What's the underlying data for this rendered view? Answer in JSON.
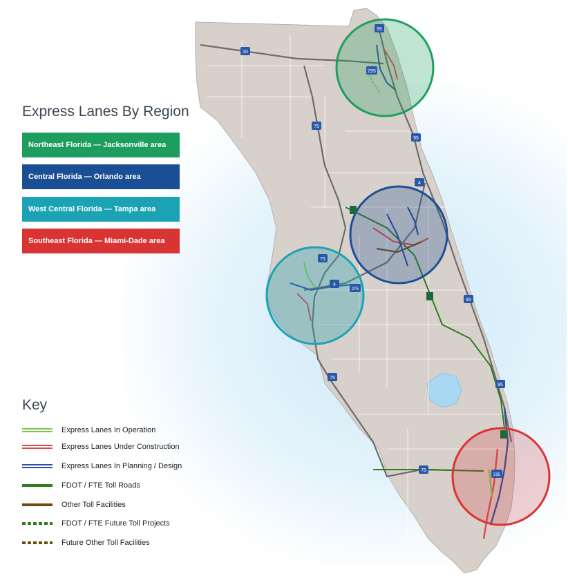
{
  "regions": {
    "title": "Express Lanes By Region",
    "items": [
      {
        "label": "Northeast Florida — Jacksonville area",
        "color": "#1e9e5e"
      },
      {
        "label": "Central Florida — Orlando area",
        "color": "#1a4f95"
      },
      {
        "label": "West Central Florida — Tampa area",
        "color": "#1ba3b5"
      },
      {
        "label": "Southeast Florida — Miami-Dade area",
        "color": "#d83434"
      }
    ]
  },
  "key": {
    "title": "Key",
    "items": [
      {
        "label": "Express Lanes In Operation",
        "color": "#7fc84f",
        "style": "double"
      },
      {
        "label": "Express Lanes Under Construction",
        "color": "#e04848",
        "style": "double"
      },
      {
        "label": "Express Lanes In Planning / Design",
        "color": "#2e4f9e",
        "style": "double"
      },
      {
        "label": "FDOT / FTE Toll Roads",
        "color": "#2e7d1e",
        "style": "solid"
      },
      {
        "label": "Other Toll Facilities",
        "color": "#6e4a10",
        "style": "solid"
      },
      {
        "label": "FDOT / FTE Future Toll Projects",
        "color": "#2e7d1e",
        "style": "dashed"
      },
      {
        "label": "Future Other Toll Facilities",
        "color": "#6e4a10",
        "style": "dashed"
      }
    ]
  },
  "highway_shields": {
    "i10": "10",
    "i95_north": "95",
    "i295_north": "295",
    "i75_north": "75",
    "i95_mid": "95",
    "i4_east": "4",
    "i75_central": "75",
    "i4_west": "4",
    "i275": "275",
    "i95_south": "95",
    "i75_south": "75",
    "i95_lower": "95",
    "i75_alley": "75",
    "i295_south": "595"
  }
}
